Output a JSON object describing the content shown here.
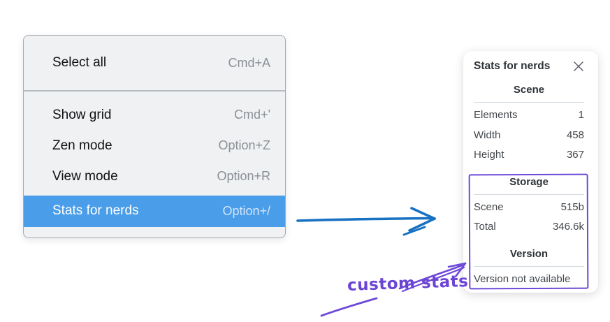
{
  "context_menu": {
    "groups": [
      {
        "items": [
          {
            "label": "Select all",
            "shortcut": "Cmd+A",
            "highlighted": false
          }
        ]
      },
      {
        "items": [
          {
            "label": "Show grid",
            "shortcut": "Cmd+'",
            "highlighted": false
          },
          {
            "label": "Zen mode",
            "shortcut": "Option+Z",
            "highlighted": false
          },
          {
            "label": "View mode",
            "shortcut": "Option+R",
            "highlighted": false
          },
          {
            "label": "Stats for nerds",
            "shortcut": "Option+/",
            "highlighted": true
          }
        ]
      }
    ]
  },
  "stats_panel": {
    "title": "Stats for nerds",
    "close_icon": "x-mark",
    "sections": [
      {
        "heading": "Scene",
        "rows": [
          {
            "label": "Elements",
            "value": "1"
          },
          {
            "label": "Width",
            "value": "458"
          },
          {
            "label": "Height",
            "value": "367"
          }
        ]
      },
      {
        "heading": "Storage",
        "rows": [
          {
            "label": "Scene",
            "value": "515b"
          },
          {
            "label": "Total",
            "value": "346.6k"
          }
        ]
      },
      {
        "heading": "Version",
        "note": "Version not available"
      }
    ]
  },
  "annotations": {
    "label": "custom stats",
    "blue_arrow": "points from context menu to stats panel",
    "purple_arrow": "points from label to storage/version box"
  },
  "colors": {
    "menu_background": "#f0f1f3",
    "menu_border": "#a6adb3",
    "highlight_blue": "#4a9de9",
    "shortcut_gray": "#8a9096",
    "panel_text": "#43484d",
    "divider": "#d4dbe1",
    "annotation_purple": "#6d49d7",
    "arrow_blue": "#1971c2"
  }
}
